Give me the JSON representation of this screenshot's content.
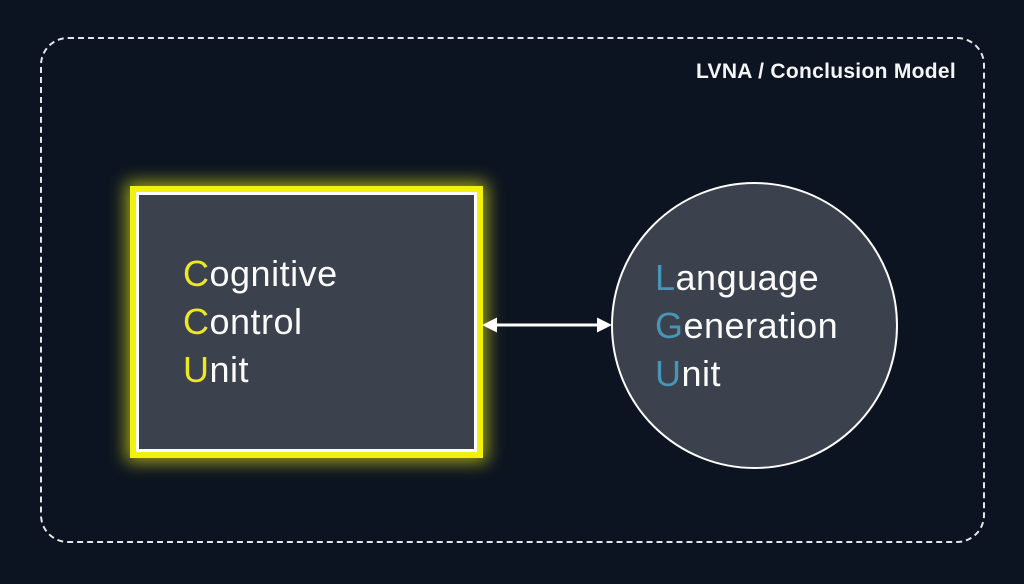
{
  "title": "LVNA / Conclusion Model",
  "colors": {
    "bg": "#0c1421",
    "frame": "#e4e7ea",
    "panel": "#3b414d",
    "accent-yellow": "#ece821",
    "accent-blue": "#4796b8",
    "glow-solid": "#f1f00e",
    "arrow": "#ffffff"
  },
  "nodes": [
    {
      "id": "ccu",
      "shape": "rectangle",
      "style": "yellow-glow-border",
      "lines": [
        {
          "first": "C",
          "rest": "ognitive"
        },
        {
          "first": "C",
          "rest": "ontrol"
        },
        {
          "first": "U",
          "rest": "nit"
        }
      ]
    },
    {
      "id": "lgu",
      "shape": "circle",
      "style": "white-border",
      "lines": [
        {
          "first": "L",
          "rest": "anguage"
        },
        {
          "first": "G",
          "rest": "eneration"
        },
        {
          "first": "U",
          "rest": "nit"
        }
      ]
    }
  ],
  "connector": {
    "type": "double-headed-arrow",
    "from": "ccu",
    "to": "lgu"
  }
}
